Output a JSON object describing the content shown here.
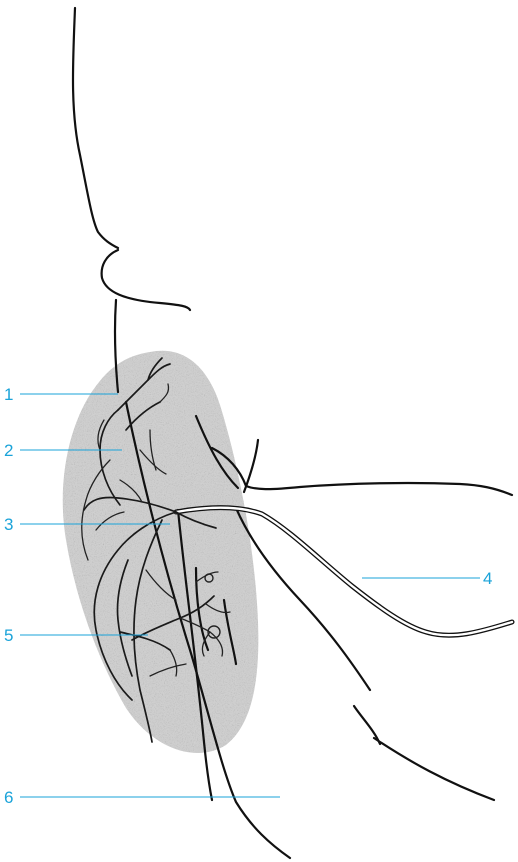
{
  "figure": {
    "labels": [
      {
        "id": "1",
        "text": "1"
      },
      {
        "id": "2",
        "text": "2"
      },
      {
        "id": "3",
        "text": "3"
      },
      {
        "id": "4",
        "text": "4"
      },
      {
        "id": "5",
        "text": "5"
      },
      {
        "id": "6",
        "text": "6"
      }
    ],
    "colors": {
      "label": "#1aa3d9",
      "shading": "#c8c8c8",
      "line": "#111111"
    }
  }
}
